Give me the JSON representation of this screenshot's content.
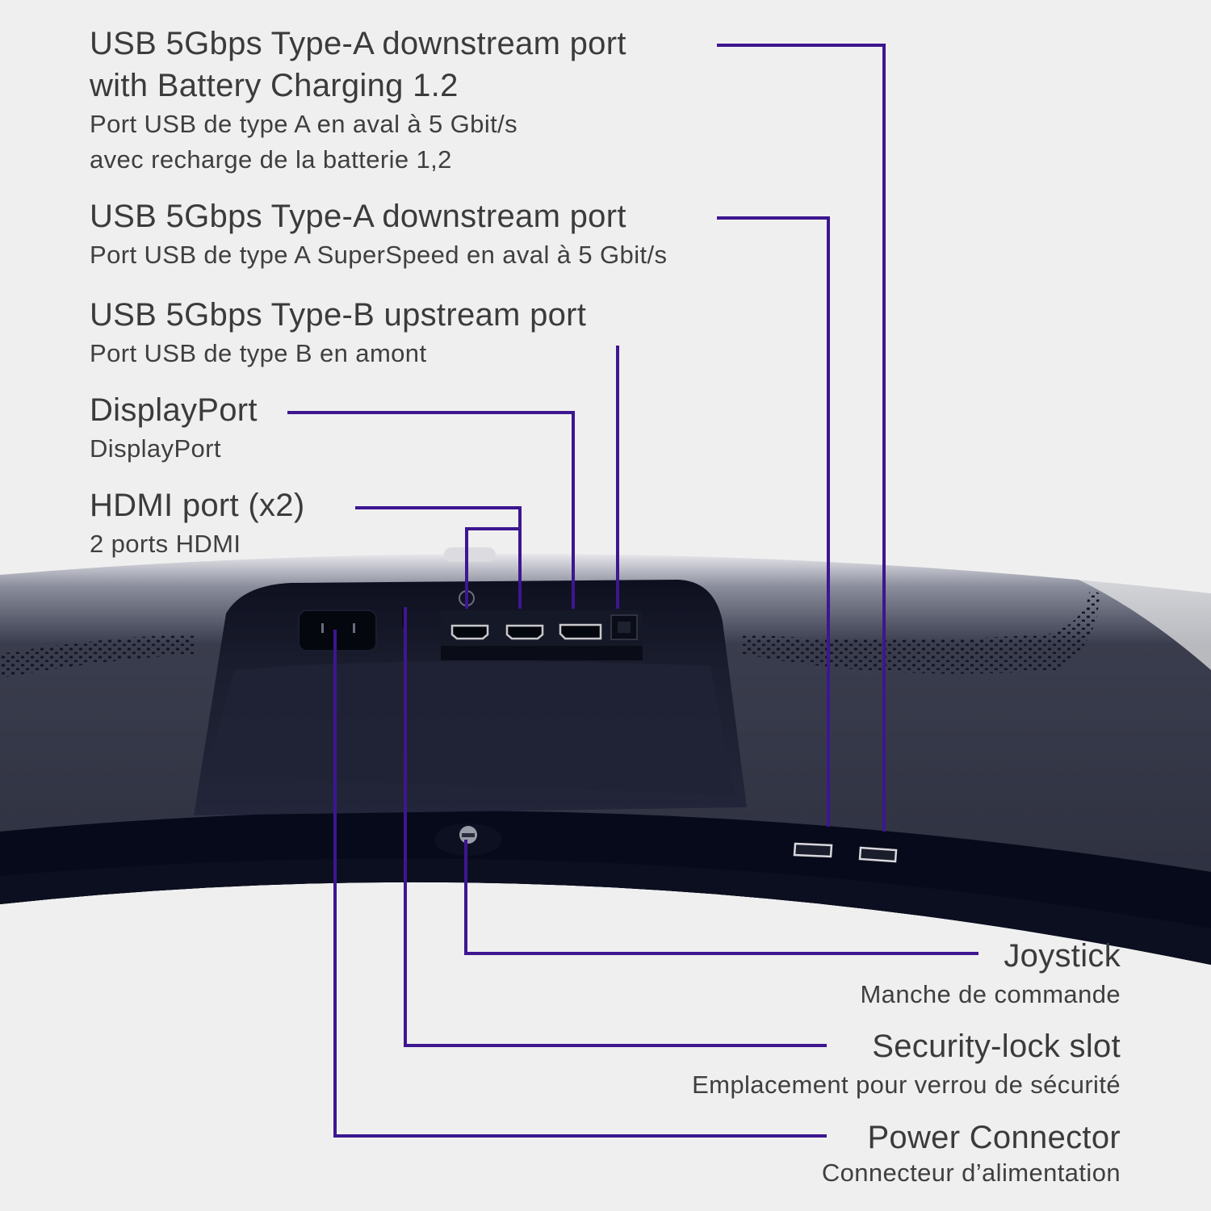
{
  "diagram": {
    "subject": "Curved monitor rear I/O panel",
    "accent_color": "#3d1690",
    "background_color": "#efefef",
    "body_color": "#2b2e3e",
    "callouts": [
      {
        "id": "usb-a-bc",
        "title_lines": [
          "USB 5Gbps Type-A downstream port",
          "with Battery Charging 1.2"
        ],
        "subtitle_lines": [
          "Port USB de type A en aval à 5 Gbit/s",
          "avec recharge de la batterie 1,2"
        ]
      },
      {
        "id": "usb-a",
        "title_lines": [
          "USB 5Gbps Type-A downstream port"
        ],
        "subtitle_lines": [
          "Port USB de type A SuperSpeed en aval à 5 Gbit/s"
        ]
      },
      {
        "id": "usb-b",
        "title_lines": [
          "USB 5Gbps Type-B upstream port"
        ],
        "subtitle_lines": [
          "Port USB de type B en amont"
        ]
      },
      {
        "id": "displayport",
        "title_lines": [
          "DisplayPort"
        ],
        "subtitle_lines": [
          "DisplayPort"
        ]
      },
      {
        "id": "hdmi",
        "title_lines": [
          "HDMI port (x2)"
        ],
        "subtitle_lines": [
          "2 ports HDMI"
        ]
      },
      {
        "id": "joystick",
        "title_lines": [
          "Joystick"
        ],
        "subtitle_lines": [
          "Manche de commande"
        ]
      },
      {
        "id": "security-lock",
        "title_lines": [
          "Security-lock slot"
        ],
        "subtitle_lines": [
          "Emplacement pour verrou de sécurité"
        ]
      },
      {
        "id": "power",
        "title_lines": [
          "Power Connector"
        ],
        "subtitle_lines": [
          "Connecteur d’alimentation"
        ]
      }
    ]
  }
}
